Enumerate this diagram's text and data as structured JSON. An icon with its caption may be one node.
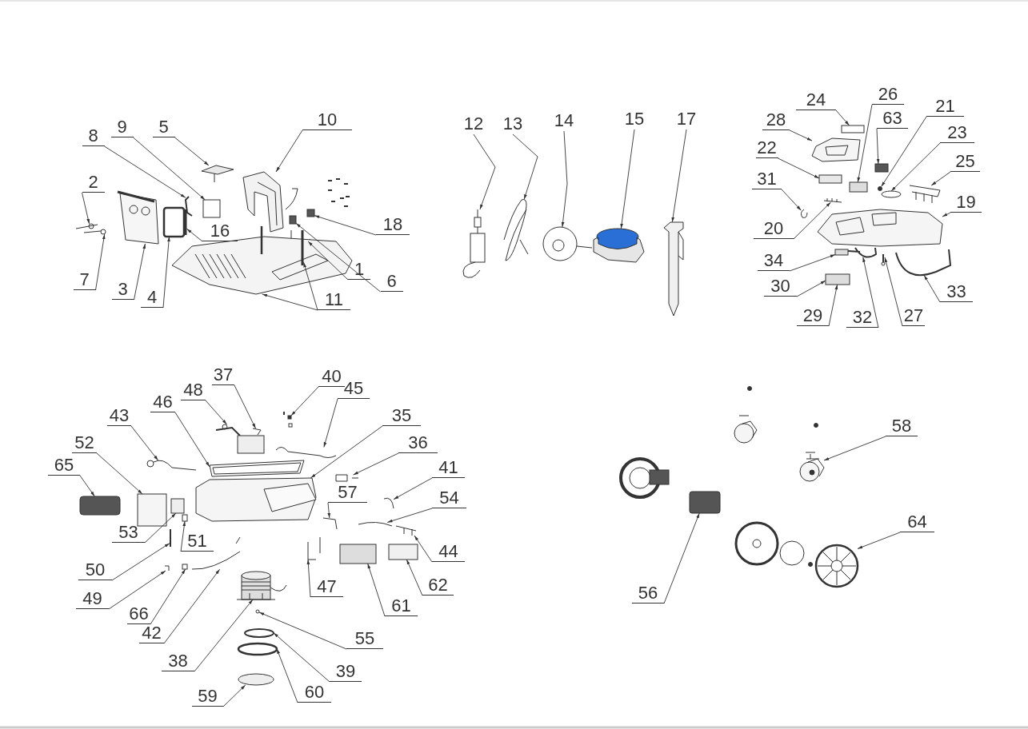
{
  "diagram": {
    "nodes": [
      {
        "text": [
          "10"
        ]
      },
      {
        "text": [
          "5"
        ]
      },
      {
        "text": [
          "9"
        ]
      },
      {
        "text": [
          "8"
        ]
      },
      {
        "text": [
          "2"
        ]
      },
      {
        "text": [
          "16"
        ]
      },
      {
        "text": [
          "18"
        ]
      },
      {
        "text": [
          "1"
        ]
      },
      {
        "text": [
          "6"
        ]
      },
      {
        "text": [
          "7"
        ]
      },
      {
        "text": [
          "3"
        ]
      },
      {
        "text": [
          "4"
        ]
      },
      {
        "text": [
          "11"
        ]
      },
      {
        "text": [
          "12"
        ]
      },
      {
        "text": [
          "13"
        ]
      },
      {
        "text": [
          "14"
        ]
      },
      {
        "text": [
          "15"
        ]
      },
      {
        "text": [
          "17"
        ]
      },
      {
        "text": [
          "24"
        ]
      },
      {
        "text": [
          "26"
        ]
      },
      {
        "text": [
          "21"
        ]
      },
      {
        "text": [
          "28"
        ]
      },
      {
        "text": [
          "63"
        ]
      },
      {
        "text": [
          "23"
        ]
      },
      {
        "text": [
          "22"
        ]
      },
      {
        "text": [
          "25"
        ]
      },
      {
        "text": [
          "31"
        ]
      },
      {
        "text": [
          "19"
        ]
      },
      {
        "text": [
          "20"
        ]
      },
      {
        "text": [
          "34"
        ]
      },
      {
        "text": [
          "30"
        ]
      },
      {
        "text": [
          "33"
        ]
      },
      {
        "text": [
          "29"
        ]
      },
      {
        "text": [
          "32"
        ]
      },
      {
        "text": [
          "27"
        ]
      },
      {
        "text": [
          "37"
        ]
      },
      {
        "text": [
          "40"
        ]
      },
      {
        "text": [
          "48"
        ]
      },
      {
        "text": [
          "45"
        ]
      },
      {
        "text": [
          "46"
        ]
      },
      {
        "text": [
          "43"
        ]
      },
      {
        "text": [
          "35"
        ]
      },
      {
        "text": [
          "36"
        ]
      },
      {
        "text": [
          "52"
        ]
      },
      {
        "text": [
          "65"
        ]
      },
      {
        "text": [
          "41"
        ]
      },
      {
        "text": [
          "57"
        ]
      },
      {
        "text": [
          "54"
        ]
      },
      {
        "text": [
          "53"
        ]
      },
      {
        "text": [
          "51"
        ]
      },
      {
        "text": [
          "44"
        ]
      },
      {
        "text": [
          "50"
        ]
      },
      {
        "text": [
          "47"
        ]
      },
      {
        "text": [
          "62"
        ]
      },
      {
        "text": [
          "49"
        ]
      },
      {
        "text": [
          "61"
        ]
      },
      {
        "text": [
          "66"
        ]
      },
      {
        "text": [
          "42"
        ]
      },
      {
        "text": [
          "55"
        ]
      },
      {
        "text": [
          "38"
        ]
      },
      {
        "text": [
          "39"
        ]
      },
      {
        "text": [
          "60"
        ]
      },
      {
        "text": [
          "59"
        ]
      },
      {
        "text": [
          "58"
        ]
      },
      {
        "text": [
          "64"
        ]
      },
      {
        "text": [
          "56"
        ]
      },
      {
        "text": [],
        "shape": "picture"
      },
      {
        "text": [],
        "shape": "picture"
      },
      {
        "text": [],
        "shape": "box"
      },
      {
        "text": [],
        "shape": "picture"
      },
      {
        "text": [],
        "shape": "picture"
      },
      {
        "text": [],
        "shape": "bar"
      },
      {
        "text": [],
        "shape": "box"
      },
      {
        "text": [],
        "shape": "picture"
      },
      {
        "text": [],
        "shape": "box"
      },
      {
        "text": [],
        "shape": "picture"
      },
      {
        "text": [],
        "shape": "picture"
      },
      {
        "text": [],
        "shape": "box"
      },
      {
        "text": [],
        "shape": "picture"
      },
      {
        "text": [],
        "shape": "bar"
      },
      {
        "text": [],
        "shape": "picture"
      },
      {
        "text": [],
        "shape": "picture"
      },
      {
        "text": [],
        "shape": "picture"
      },
      {
        "text": [],
        "shape": "picture"
      },
      {
        "text": [],
        "shape": "picture"
      },
      {
        "text": [],
        "shape": "box"
      },
      {
        "text": [],
        "shape": "box"
      },
      {
        "text": [],
        "shape": "circle"
      },
      {
        "text": [],
        "shape": "picture"
      },
      {
        "text": [],
        "shape": "box"
      },
      {
        "text": [],
        "shape": "circle"
      },
      {
        "text": [],
        "shape": "box"
      },
      {
        "text": [],
        "shape": "picture"
      },
      {
        "text": [],
        "shape": "picture"
      },
      {
        "text": [],
        "shape": "picture"
      },
      {
        "text": [],
        "shape": "picture"
      },
      {
        "text": [],
        "shape": "box"
      },
      {
        "text": [],
        "shape": "box"
      },
      {
        "text": [],
        "shape": "picture"
      },
      {
        "text": [],
        "shape": "picture"
      },
      {
        "text": [],
        "shape": "picture"
      },
      {
        "text": [],
        "shape": "picture"
      },
      {
        "text": [],
        "shape": "picture"
      },
      {
        "text": [],
        "shape": "picture"
      },
      {
        "text": [],
        "shape": "picture"
      },
      {
        "text": [],
        "shape": "picture"
      },
      {
        "text": [],
        "shape": "picture"
      },
      {
        "text": [],
        "shape": "picture"
      },
      {
        "text": [],
        "shape": "picture"
      },
      {
        "text": [],
        "shape": "box"
      },
      {
        "text": [],
        "shape": "box"
      },
      {
        "text": [],
        "shape": "picture"
      },
      {
        "text": [],
        "shape": "picture"
      },
      {
        "text": [],
        "shape": "picture"
      },
      {
        "text": [],
        "shape": "box"
      },
      {
        "text": [],
        "shape": "box"
      },
      {
        "text": [],
        "shape": "picture"
      },
      {
        "text": [],
        "shape": "bar"
      },
      {
        "text": [],
        "shape": "picture"
      },
      {
        "text": [],
        "shape": "box"
      },
      {
        "text": [],
        "shape": "picture"
      },
      {
        "text": [],
        "shape": "box"
      },
      {
        "text": [],
        "shape": "box"
      },
      {
        "text": [],
        "shape": "picture"
      },
      {
        "text": [],
        "shape": "circle"
      },
      {
        "text": [],
        "shape": "picture"
      },
      {
        "text": [],
        "shape": "circle"
      },
      {
        "text": [],
        "shape": "circle"
      },
      {
        "text": [],
        "shape": "circle"
      },
      {
        "text": [],
        "shape": "picture"
      },
      {
        "text": [],
        "shape": "picture"
      },
      {
        "text": [],
        "shape": "box"
      }
    ],
    "edges": [
      {
        "from": 0,
        "to": 66,
        "arrow": "to"
      },
      {
        "from": 1,
        "to": 67,
        "arrow": "to"
      },
      {
        "from": 2,
        "to": 68,
        "arrow": "to"
      },
      {
        "from": 3,
        "to": 69,
        "arrow": "to"
      },
      {
        "from": 4,
        "to": 70,
        "arrow": "to"
      },
      {
        "from": 5,
        "to": 71,
        "arrow": "to"
      },
      {
        "from": 6,
        "to": 72,
        "arrow": "to"
      },
      {
        "from": 7,
        "to": 73,
        "arrow": "to"
      },
      {
        "from": 8,
        "to": 74,
        "arrow": "to"
      },
      {
        "from": 9,
        "to": 75,
        "arrow": "to"
      },
      {
        "from": 10,
        "to": 76,
        "arrow": "to"
      },
      {
        "from": 11,
        "to": 77,
        "arrow": "to"
      },
      {
        "from": 12,
        "to": 78,
        "arrow": "to"
      },
      {
        "from": 12,
        "to": 79,
        "arrow": "to"
      },
      {
        "from": 13,
        "to": 80,
        "arrow": "to"
      },
      {
        "from": 14,
        "to": 81,
        "arrow": "to"
      },
      {
        "from": 15,
        "to": 82,
        "arrow": "to"
      },
      {
        "from": 16,
        "to": 83,
        "arrow": "to"
      },
      {
        "from": 17,
        "to": 84,
        "arrow": "to"
      },
      {
        "from": 18,
        "to": 85,
        "arrow": "to"
      },
      {
        "from": 19,
        "to": 86,
        "arrow": "to"
      },
      {
        "from": 20,
        "to": 87,
        "arrow": "to"
      },
      {
        "from": 21,
        "to": 88,
        "arrow": "to"
      },
      {
        "from": 22,
        "to": 89,
        "arrow": "to"
      },
      {
        "from": 23,
        "to": 90,
        "arrow": "to"
      },
      {
        "from": 24,
        "to": 91,
        "arrow": "to"
      },
      {
        "from": 25,
        "to": 92,
        "arrow": "to"
      },
      {
        "from": 26,
        "to": 93,
        "arrow": "to"
      },
      {
        "from": 27,
        "to": 94,
        "arrow": "to"
      },
      {
        "from": 28,
        "to": 95,
        "arrow": "to"
      },
      {
        "from": 29,
        "to": 96,
        "arrow": "to"
      },
      {
        "from": 30,
        "to": 97,
        "arrow": "to"
      },
      {
        "from": 31,
        "to": 98,
        "arrow": "to"
      },
      {
        "from": 32,
        "to": 97,
        "arrow": "to"
      },
      {
        "from": 33,
        "to": 99,
        "arrow": "to"
      },
      {
        "from": 34,
        "to": 100,
        "arrow": "to"
      },
      {
        "from": 35,
        "to": 101,
        "arrow": "to"
      },
      {
        "from": 36,
        "to": 102,
        "arrow": "to"
      },
      {
        "from": 37,
        "to": 103,
        "arrow": "to"
      },
      {
        "from": 38,
        "to": 104,
        "arrow": "to"
      },
      {
        "from": 39,
        "to": 105,
        "arrow": "to"
      },
      {
        "from": 40,
        "to": 106,
        "arrow": "to"
      },
      {
        "from": 41,
        "to": 107,
        "arrow": "to"
      },
      {
        "from": 42,
        "to": 108,
        "arrow": "to"
      },
      {
        "from": 43,
        "to": 109,
        "arrow": "to"
      },
      {
        "from": 44,
        "to": 110,
        "arrow": "to"
      },
      {
        "from": 45,
        "to": 111,
        "arrow": "to"
      },
      {
        "from": 46,
        "to": 112,
        "arrow": "to"
      },
      {
        "from": 47,
        "to": 113,
        "arrow": "to"
      },
      {
        "from": 48,
        "to": 114,
        "arrow": "to"
      },
      {
        "from": 49,
        "to": 115,
        "arrow": "to"
      },
      {
        "from": 50,
        "to": 116,
        "arrow": "to"
      },
      {
        "from": 51,
        "to": 117,
        "arrow": "to"
      },
      {
        "from": 52,
        "to": 118,
        "arrow": "to"
      },
      {
        "from": 53,
        "to": 119,
        "arrow": "to"
      },
      {
        "from": 54,
        "to": 120,
        "arrow": "to"
      },
      {
        "from": 55,
        "to": 121,
        "arrow": "to"
      },
      {
        "from": 56,
        "to": 122,
        "arrow": "to"
      },
      {
        "from": 57,
        "to": 123,
        "arrow": "to"
      },
      {
        "from": 58,
        "to": 124,
        "arrow": "to"
      },
      {
        "from": 59,
        "to": 125,
        "arrow": "to"
      },
      {
        "from": 60,
        "to": 126,
        "arrow": "to"
      },
      {
        "from": 61,
        "to": 127,
        "arrow": "to"
      },
      {
        "from": 62,
        "to": 128,
        "arrow": "to"
      },
      {
        "from": 63,
        "to": 129,
        "arrow": "to"
      },
      {
        "from": 64,
        "to": 130,
        "arrow": "to"
      },
      {
        "from": 65,
        "to": 131,
        "arrow": "to"
      }
    ]
  }
}
